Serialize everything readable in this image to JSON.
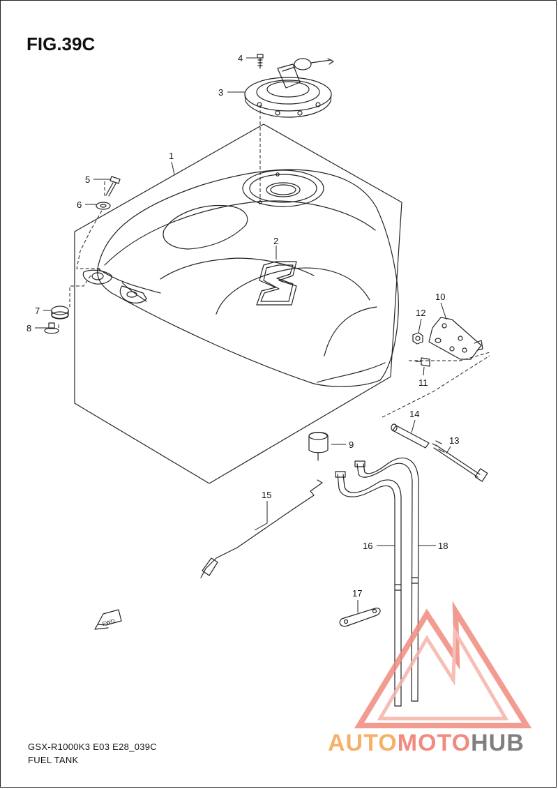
{
  "figure": {
    "title": "FIG.39C",
    "model_code": "GSX-R1000K3 E03 E28_039C",
    "section_name": "FUEL TANK"
  },
  "callouts": {
    "c1": "1",
    "c2": "2",
    "c3": "3",
    "c4": "4",
    "c5": "5",
    "c6": "6",
    "c7": "7",
    "c8": "8",
    "c9": "9",
    "c10": "10",
    "c11": "11",
    "c12": "12",
    "c13": "13",
    "c14": "14",
    "c15": "15",
    "c16": "16",
    "c17": "17",
    "c18": "18"
  },
  "fwd_label": "FWD",
  "watermark": {
    "part_a": "AUTO",
    "part_b": "MOTO",
    "part_c": "HUB",
    "colors": {
      "a": "#f5b06a",
      "b": "#f08b7e",
      "c": "#7f7f7f"
    }
  }
}
